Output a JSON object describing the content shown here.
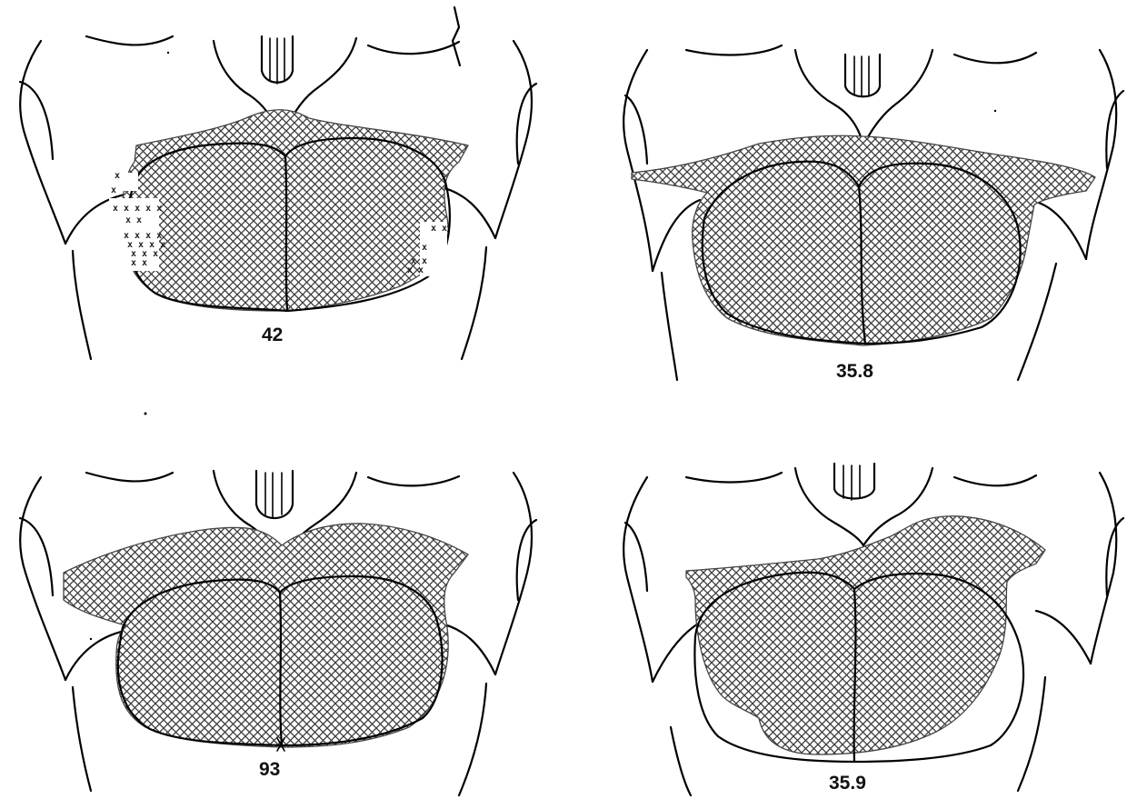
{
  "figure": {
    "panels": [
      {
        "id": "top-left",
        "label": "42"
      },
      {
        "id": "top-right",
        "label": "35.8"
      },
      {
        "id": "bottom-left",
        "label": "93"
      },
      {
        "id": "bottom-right",
        "label": "35.9"
      }
    ],
    "colors": {
      "outline": "#000000",
      "hatch": "#444444",
      "background": "#ffffff"
    }
  }
}
